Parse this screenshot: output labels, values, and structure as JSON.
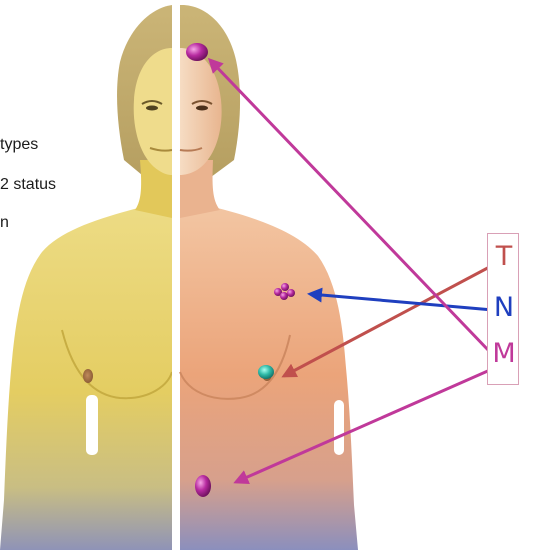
{
  "text_fragments": [
    "types",
    "2 status",
    "n"
  ],
  "tnm": {
    "t": "T",
    "n": "N",
    "m": "M"
  },
  "colors": {
    "t_color": "#c0504d",
    "n_color": "#1f3fbf",
    "m_color": "#c0399a",
    "box_border": "#d9a0b6",
    "left_skin": "#e8d46c",
    "right_skin": "#eaa27c"
  }
}
